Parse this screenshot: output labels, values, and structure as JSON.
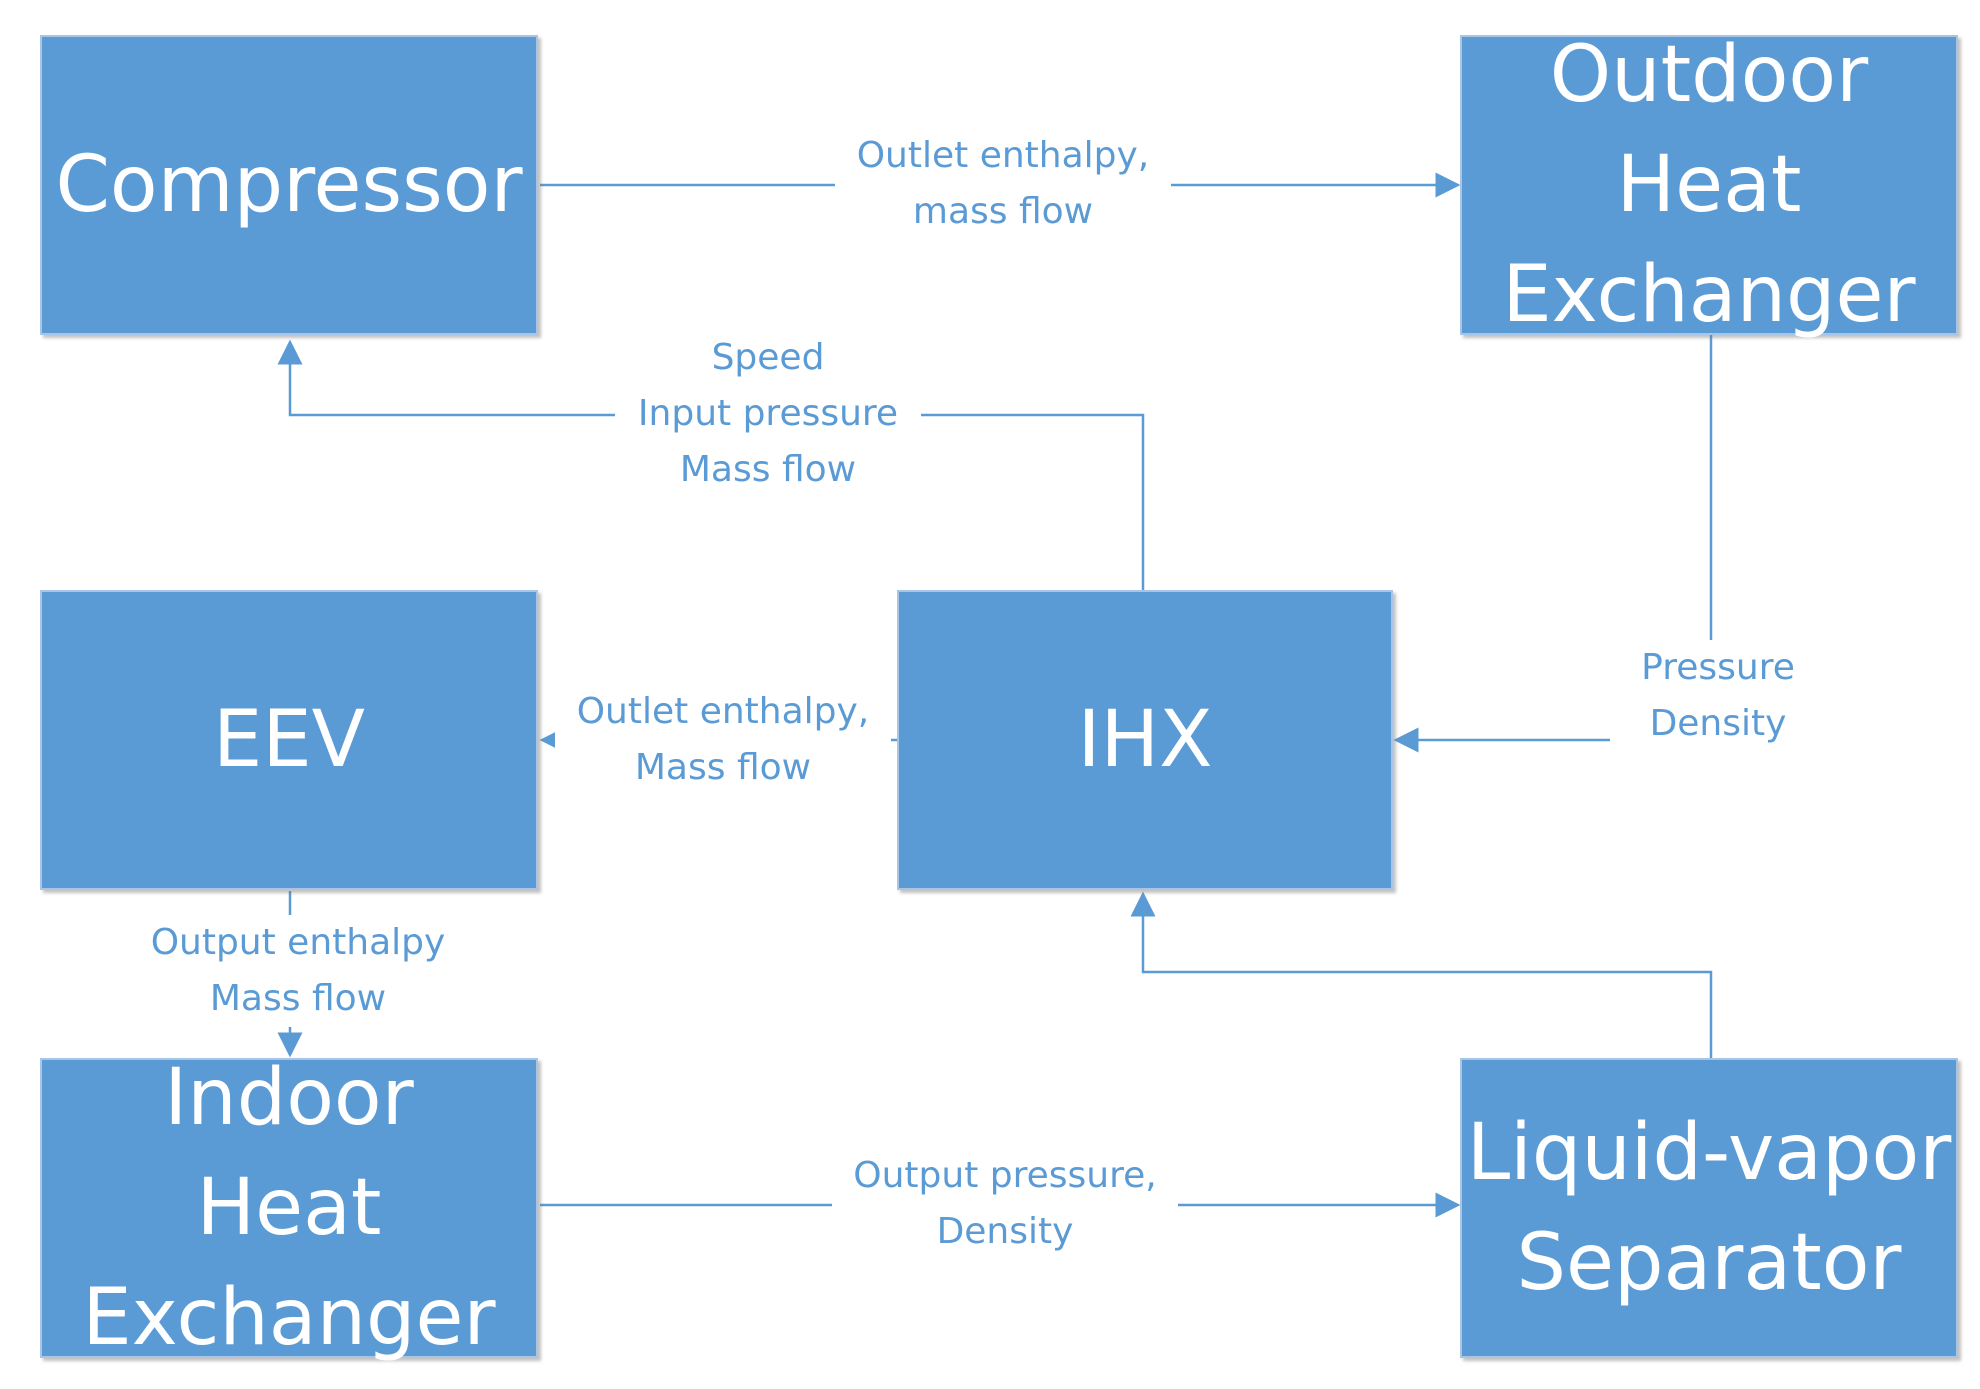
{
  "nodes": {
    "compressor": "Compressor",
    "outdoor_hx": "Outdoor\nHeat\nExchanger",
    "eev": "EEV",
    "ihx": "IHX",
    "indoor_hx": "Indoor\nHeat\nExchanger",
    "separator": "Liquid-vapor\nSeparator"
  },
  "edges": {
    "compressor_to_outdoor": "Outlet enthalpy,\nmass flow",
    "ihx_to_compressor": "Speed\nInput pressure\nMass flow",
    "outdoor_to_ihx": "Pressure\nDensity",
    "ihx_to_eev": "Outlet enthalpy,\nMass flow",
    "eev_to_indoor": "Output enthalpy\nMass flow",
    "indoor_to_separator": "Output pressure,\nDensity"
  },
  "colors": {
    "box_fill": "#5b9bd5",
    "line": "#5b9bd5",
    "label_text": "#5b9bd5",
    "box_text": "#ffffff"
  }
}
